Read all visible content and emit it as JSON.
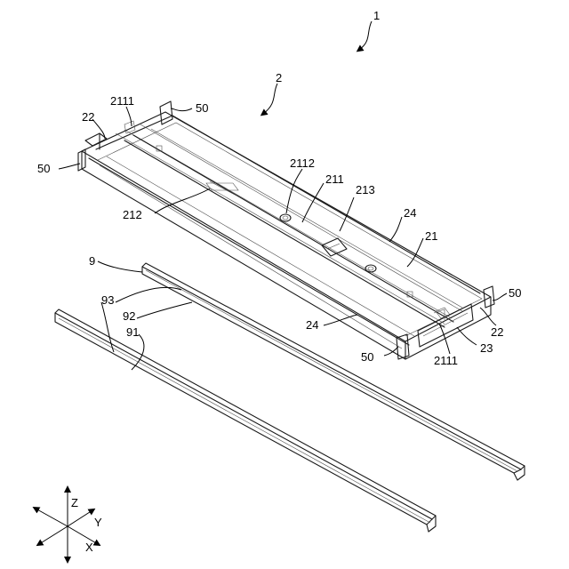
{
  "labels": {
    "l1": "1",
    "l2": "2",
    "l2111a": "2111",
    "l22a": "22",
    "l50a": "50",
    "l50b": "50",
    "l2112": "2112",
    "l211": "211",
    "l213": "213",
    "l212": "212",
    "l24a": "24",
    "l21": "21",
    "l9": "9",
    "l93": "93",
    "l92": "92",
    "l91": "91",
    "l24b": "24",
    "l50c": "50",
    "l22b": "22",
    "l50d": "50",
    "l2111b": "2111",
    "l23": "23"
  },
  "axes": {
    "z": "Z",
    "y": "Y",
    "x": "X"
  }
}
